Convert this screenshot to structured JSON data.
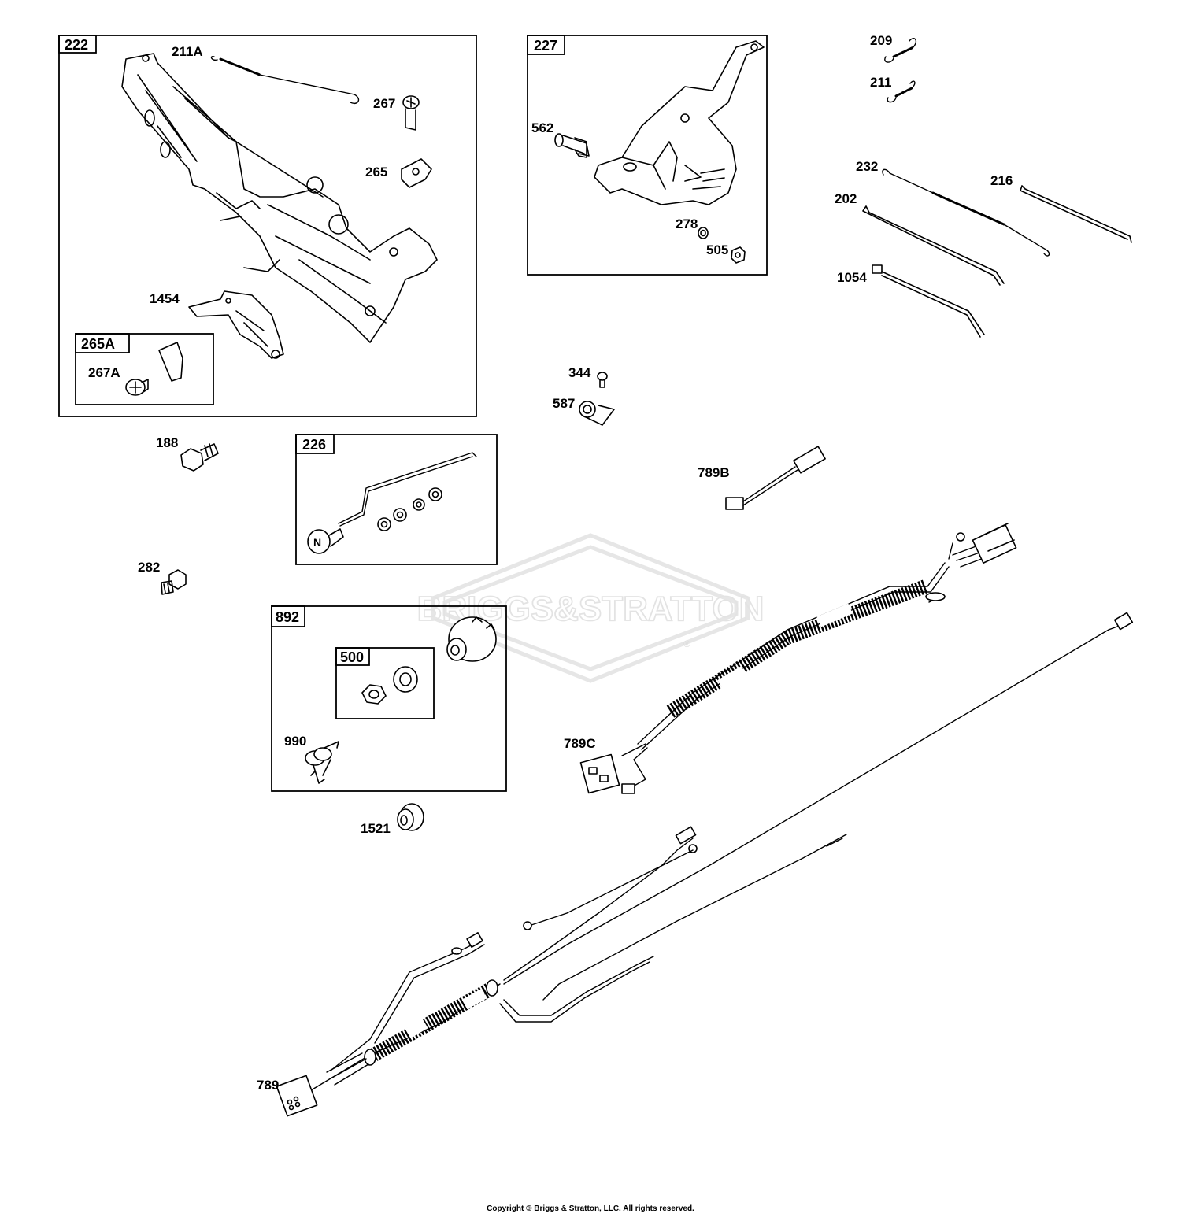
{
  "watermark": {
    "text": "BRIGGS&STRATTON",
    "mark": "®"
  },
  "copyright": "Copyright © Briggs & Stratton, LLC. All rights reserved.",
  "boxes": {
    "b222": "222",
    "b265A": "265A",
    "b227": "227",
    "b226": "226",
    "b892": "892",
    "b500": "500"
  },
  "callouts": {
    "c211A": "211A",
    "c267": "267",
    "c265": "265",
    "c1454": "1454",
    "c267A": "267A",
    "c562": "562",
    "c278": "278",
    "c505": "505",
    "c209": "209",
    "c211": "211",
    "c232": "232",
    "c216": "216",
    "c202": "202",
    "c1054": "1054",
    "c344": "344",
    "c587": "587",
    "c188": "188",
    "c789B": "789B",
    "c282": "282",
    "c990": "990",
    "c1521": "1521",
    "c789C": "789C",
    "c789": "789"
  }
}
